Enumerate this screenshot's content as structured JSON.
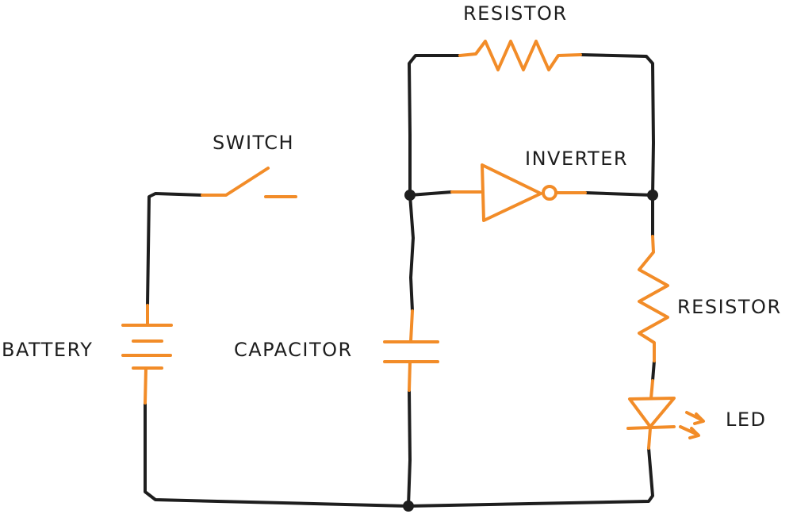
{
  "labels": {
    "resistor_top": "RESISTOR",
    "switch": "SWITCH",
    "inverter": "INVERTER",
    "resistor_right": "RESISTOR",
    "battery": "BATTERY",
    "capacitor": "CAPACITOR",
    "led": "LED"
  },
  "colors": {
    "wire": "#1e1e1e",
    "component": "#f28c28",
    "background": "#ffffff"
  }
}
